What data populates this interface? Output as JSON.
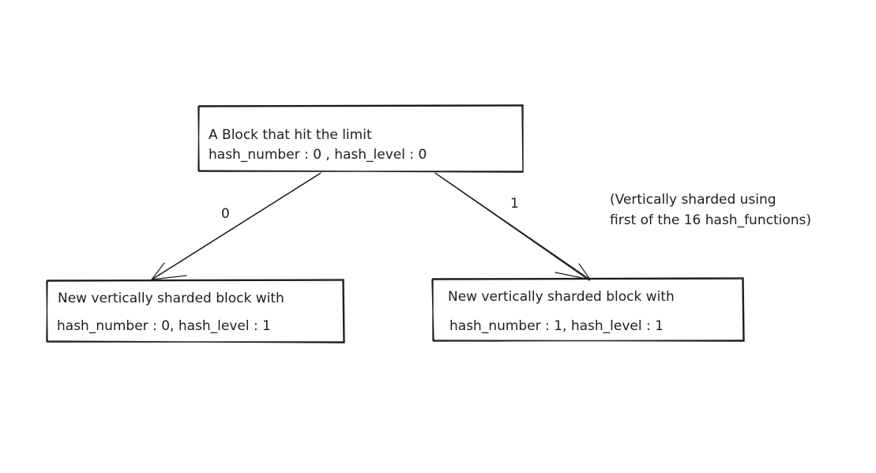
{
  "diagram": {
    "root": {
      "line1": "A Block that hit the limit",
      "line2": "hash_number : 0 , hash_level : 0"
    },
    "left_child": {
      "line1": "New vertically sharded block with",
      "line2": "hash_number : 0, hash_level : 1"
    },
    "right_child": {
      "line1": "New vertically sharded block with",
      "line2": "hash_number : 1, hash_level : 1"
    },
    "edges": {
      "left_label": "0",
      "right_label": "1"
    },
    "note": {
      "line1": "(Vertically sharded using",
      "line2": "first of the 16 hash_functions)"
    }
  }
}
